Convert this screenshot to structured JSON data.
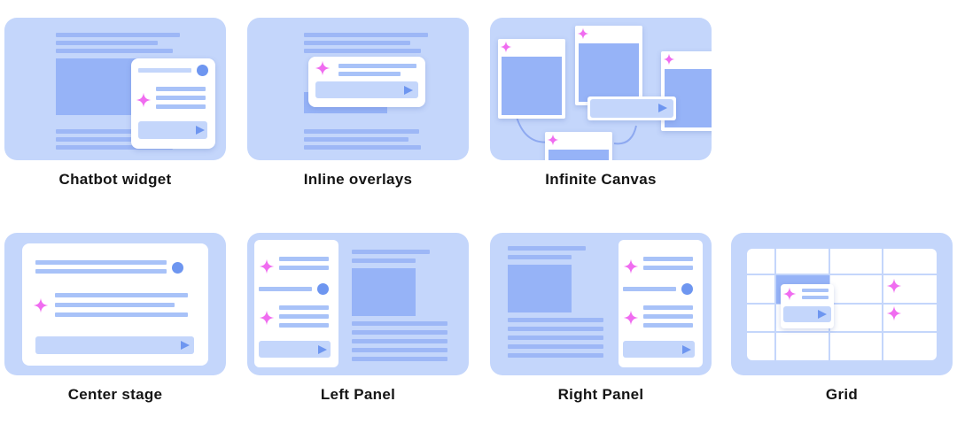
{
  "cards": [
    {
      "id": "chatbot-widget",
      "label": "Chatbot widget"
    },
    {
      "id": "inline-overlays",
      "label": "Inline overlays"
    },
    {
      "id": "infinite-canvas",
      "label": "Infinite Canvas"
    },
    {
      "id": "center-stage",
      "label": "Center stage"
    },
    {
      "id": "left-panel",
      "label": "Left Panel"
    },
    {
      "id": "right-panel",
      "label": "Right Panel"
    },
    {
      "id": "grid",
      "label": "Grid"
    }
  ],
  "colors": {
    "card_bg": "#c4d6fb",
    "line": "#9db7f6",
    "block": "#96b3f7",
    "accent": "#6e96f0",
    "sparkle": "#f06cf0",
    "panel": "#ffffff"
  },
  "icons": [
    "sparkle-icon",
    "send-icon",
    "avatar-dot"
  ]
}
